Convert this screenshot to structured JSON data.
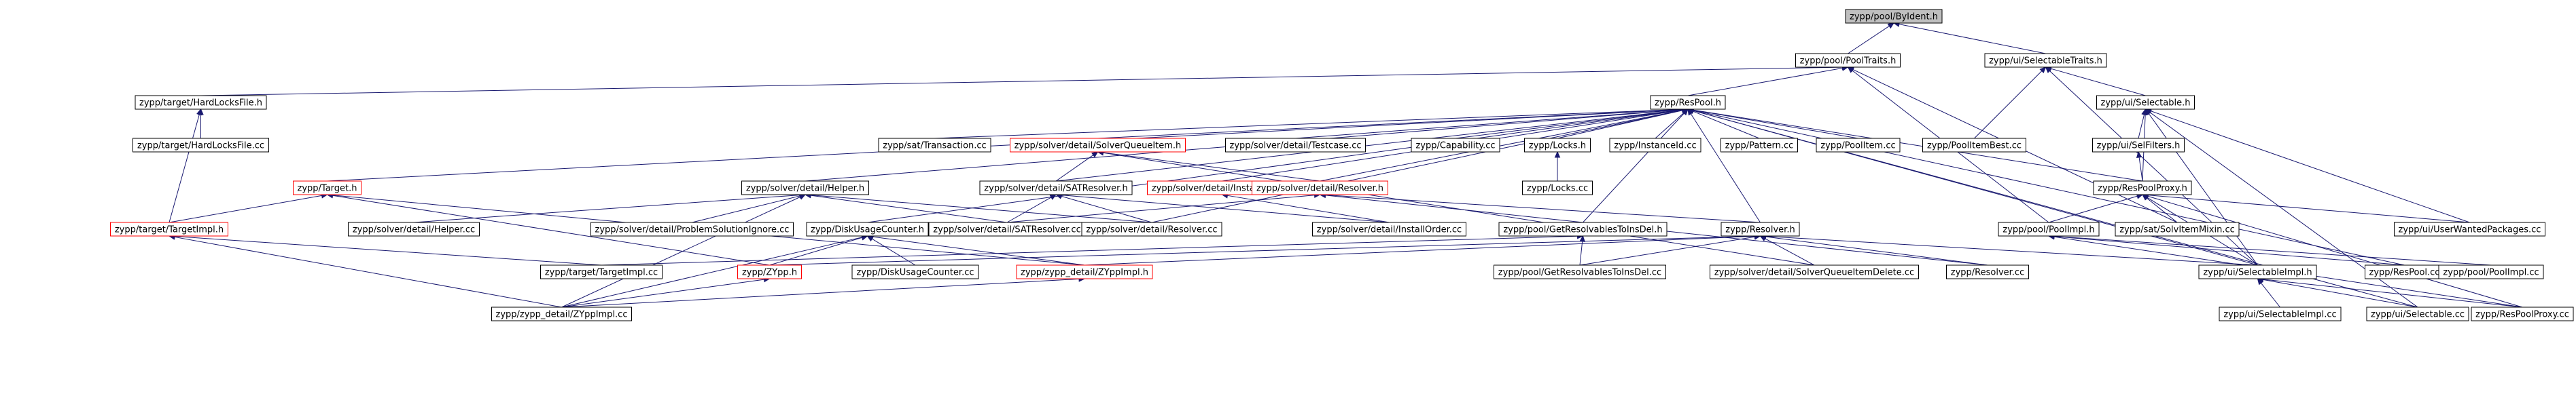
{
  "graph": {
    "colors": {
      "root_fill": "#bfbfbf",
      "node_fill": "#ffffff",
      "node_border": "#000000",
      "truncated_border": "#ff0000",
      "edge": "#191970",
      "text": "#000000"
    },
    "nodes": [
      {
        "id": "root",
        "label": "zypp/pool/ByIdent.h",
        "root": true
      },
      {
        "id": "pooltraits",
        "label": "zypp/pool/PoolTraits.h"
      },
      {
        "id": "uiseltraits",
        "label": "zypp/ui/SelectableTraits.h"
      },
      {
        "id": "hardlocksh",
        "label": "zypp/target/HardLocksFile.h"
      },
      {
        "id": "respoolh",
        "label": "zypp/ResPool.h"
      },
      {
        "id": "poolitembest",
        "label": "zypp/PoolItemBest.cc"
      },
      {
        "id": "selectableh",
        "label": "zypp/ui/Selectable.h"
      },
      {
        "id": "hardlockscc",
        "label": "zypp/target/HardLocksFile.cc"
      },
      {
        "id": "targeth",
        "label": "zypp/Target.h",
        "truncated": true
      },
      {
        "id": "sathelperh",
        "label": "zypp/solver/detail/Helper.h"
      },
      {
        "id": "transactioncc",
        "label": "zypp/sat/Transaction.cc"
      },
      {
        "id": "squeueitemh",
        "label": "zypp/solver/detail/SolverQueueItem.h",
        "truncated": true
      },
      {
        "id": "testcasecc",
        "label": "zypp/solver/detail/Testcase.cc"
      },
      {
        "id": "capabilitycc",
        "label": "zypp/Capability.cc"
      },
      {
        "id": "locksh",
        "label": "zypp/Locks.h"
      },
      {
        "id": "instanceidcc",
        "label": "zypp/InstanceId.cc"
      },
      {
        "id": "patterncc",
        "label": "zypp/Pattern.cc"
      },
      {
        "id": "poolitemcc",
        "label": "zypp/PoolItem.cc"
      },
      {
        "id": "selfiltersh",
        "label": "zypp/ui/SelFilters.h"
      },
      {
        "id": "targetimplh",
        "label": "zypp/target/TargetImpl.h",
        "truncated": true
      },
      {
        "id": "helpercc",
        "label": "zypp/solver/detail/Helper.cc"
      },
      {
        "id": "probsolcc",
        "label": "zypp/solver/detail/ProblemSolutionIgnore.cc"
      },
      {
        "id": "satresolverh",
        "label": "zypp/solver/detail/SATResolver.h"
      },
      {
        "id": "installorderh",
        "label": "zypp/solver/detail/InstallOrder.h",
        "truncated": true
      },
      {
        "id": "detresolverh",
        "label": "zypp/solver/detail/Resolver.h",
        "truncated": true
      },
      {
        "id": "lockscc",
        "label": "zypp/Locks.cc"
      },
      {
        "id": "respoolproxyh",
        "label": "zypp/ResPoolProxy.h"
      },
      {
        "id": "diskusageh",
        "label": "zypp/DiskUsageCounter.h"
      },
      {
        "id": "satresolvercc",
        "label": "zypp/solver/detail/SATResolver.cc"
      },
      {
        "id": "detresolvercc",
        "label": "zypp/solver/detail/Resolver.cc"
      },
      {
        "id": "installordercc",
        "label": "zypp/solver/detail/InstallOrder.cc"
      },
      {
        "id": "getresdelh",
        "label": "zypp/pool/GetResolvablesToInsDel.h"
      },
      {
        "id": "resolverh",
        "label": "zypp/Resolver.h"
      },
      {
        "id": "poolimplh",
        "label": "zypp/pool/PoolImpl.h"
      },
      {
        "id": "solvitemmixin",
        "label": "zypp/sat/SolvItemMixin.cc"
      },
      {
        "id": "userwanted",
        "label": "zypp/ui/UserWantedPackages.cc"
      },
      {
        "id": "targetimplcc",
        "label": "zypp/target/TargetImpl.cc"
      },
      {
        "id": "zypph",
        "label": "zypp/ZYpp.h",
        "truncated": true
      },
      {
        "id": "diskusagecc",
        "label": "zypp/DiskUsageCounter.cc"
      },
      {
        "id": "zyppimplh",
        "label": "zypp/zypp_detail/ZYppImpl.h",
        "truncated": true
      },
      {
        "id": "getresdelcc",
        "label": "zypp/pool/GetResolvablesToInsDel.cc"
      },
      {
        "id": "squeuedelcc",
        "label": "zypp/solver/detail/SolverQueueItemDelete.cc"
      },
      {
        "id": "resolvercc",
        "label": "zypp/Resolver.cc"
      },
      {
        "id": "selectableimplh",
        "label": "zypp/ui/SelectableImpl.h"
      },
      {
        "id": "respoolcc",
        "label": "zypp/ResPool.cc"
      },
      {
        "id": "poolimplcc",
        "label": "zypp/pool/PoolImpl.cc"
      },
      {
        "id": "zyppimplcc",
        "label": "zypp/zypp_detail/ZYppImpl.cc"
      },
      {
        "id": "selectableimplcc",
        "label": "zypp/ui/SelectableImpl.cc"
      },
      {
        "id": "selectablecc",
        "label": "zypp/ui/Selectable.cc"
      },
      {
        "id": "respoolproxycc",
        "label": "zypp/ResPoolProxy.cc"
      }
    ],
    "edges": [
      [
        "root",
        "pooltraits"
      ],
      [
        "root",
        "uiseltraits"
      ],
      [
        "pooltraits",
        "hardlocksh"
      ],
      [
        "pooltraits",
        "respoolh"
      ],
      [
        "pooltraits",
        "poolimplh"
      ],
      [
        "pooltraits",
        "solvitemmixin"
      ],
      [
        "uiseltraits",
        "poolitembest"
      ],
      [
        "uiseltraits",
        "selectableh"
      ],
      [
        "uiseltraits",
        "selectableimplh"
      ],
      [
        "hardlocksh",
        "hardlockscc"
      ],
      [
        "hardlocksh",
        "targetimplh"
      ],
      [
        "respoolh",
        "targeth"
      ],
      [
        "respoolh",
        "sathelperh"
      ],
      [
        "respoolh",
        "transactioncc"
      ],
      [
        "respoolh",
        "squeueitemh"
      ],
      [
        "respoolh",
        "testcasecc"
      ],
      [
        "respoolh",
        "capabilitycc"
      ],
      [
        "respoolh",
        "locksh"
      ],
      [
        "respoolh",
        "instanceidcc"
      ],
      [
        "respoolh",
        "patterncc"
      ],
      [
        "respoolh",
        "poolitemcc"
      ],
      [
        "respoolh",
        "satresolverh"
      ],
      [
        "respoolh",
        "installorderh"
      ],
      [
        "respoolh",
        "detresolverh"
      ],
      [
        "respoolh",
        "respoolproxyh"
      ],
      [
        "respoolh",
        "diskusageh"
      ],
      [
        "respoolh",
        "getresdelh"
      ],
      [
        "respoolh",
        "resolverh"
      ],
      [
        "respoolh",
        "selectableimplh"
      ],
      [
        "respoolh",
        "respoolcc"
      ],
      [
        "respoolh",
        "selectablecc"
      ],
      [
        "respoolh",
        "detresolvercc"
      ],
      [
        "selectableh",
        "selfiltersh"
      ],
      [
        "selectableh",
        "respoolproxyh"
      ],
      [
        "selectableh",
        "userwanted"
      ],
      [
        "selectableh",
        "selectableimplh"
      ],
      [
        "selectableh",
        "selectablecc"
      ],
      [
        "selfiltersh",
        "respoolproxyh"
      ],
      [
        "respoolproxyh",
        "poolimplh"
      ],
      [
        "respoolproxyh",
        "solvitemmixin"
      ],
      [
        "respoolproxyh",
        "userwanted"
      ],
      [
        "respoolproxyh",
        "respoolproxycc"
      ],
      [
        "respoolproxyh",
        "selectableimplh"
      ],
      [
        "poolimplh",
        "respoolcc"
      ],
      [
        "poolimplh",
        "poolimplcc"
      ],
      [
        "poolimplh",
        "respoolproxycc"
      ],
      [
        "targeth",
        "targetimplh"
      ],
      [
        "targeth",
        "zypph"
      ],
      [
        "targeth",
        "zyppimplh"
      ],
      [
        "targetimplh",
        "targetimplcc"
      ],
      [
        "targetimplh",
        "zyppimplcc"
      ],
      [
        "sathelperh",
        "helpercc"
      ],
      [
        "sathelperh",
        "probsolcc"
      ],
      [
        "sathelperh",
        "satresolvercc"
      ],
      [
        "sathelperh",
        "detresolvercc"
      ],
      [
        "sathelperh",
        "zyppimplcc"
      ],
      [
        "squeueitemh",
        "satresolverh"
      ],
      [
        "squeueitemh",
        "detresolverh"
      ],
      [
        "squeueitemh",
        "squeuedelcc"
      ],
      [
        "satresolverh",
        "satresolvercc"
      ],
      [
        "satresolverh",
        "detresolvercc"
      ],
      [
        "satresolverh",
        "installordercc"
      ],
      [
        "installorderh",
        "installordercc"
      ],
      [
        "detresolverh",
        "satresolvercc"
      ],
      [
        "detresolverh",
        "resolverh"
      ],
      [
        "detresolverh",
        "resolvercc"
      ],
      [
        "locksh",
        "lockscc"
      ],
      [
        "diskusageh",
        "zypph"
      ],
      [
        "diskusageh",
        "diskusagecc"
      ],
      [
        "diskusageh",
        "zyppimplh"
      ],
      [
        "diskusageh",
        "zyppimplcc"
      ],
      [
        "getresdelh",
        "getresdelcc"
      ],
      [
        "getresdelh",
        "targetimplcc"
      ],
      [
        "resolverh",
        "zypph"
      ],
      [
        "resolverh",
        "zyppimplh"
      ],
      [
        "resolverh",
        "getresdelcc"
      ],
      [
        "resolverh",
        "squeuedelcc"
      ],
      [
        "resolverh",
        "resolvercc"
      ],
      [
        "resolverh",
        "selectableimplh"
      ],
      [
        "selectableimplh",
        "selectableimplcc"
      ],
      [
        "selectableimplh",
        "selectablecc"
      ],
      [
        "selectableimplh",
        "respoolproxycc"
      ],
      [
        "zypph",
        "zyppimplcc"
      ],
      [
        "zyppimplh",
        "zyppimplcc"
      ]
    ]
  }
}
